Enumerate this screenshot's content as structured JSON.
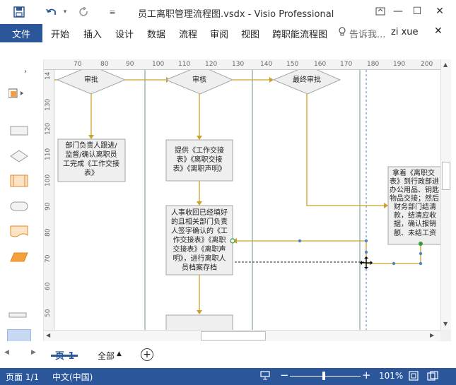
{
  "titlebar": {
    "title": "员工离职管理流程图.vsdx - Visio Professional",
    "save_icon": "save-icon",
    "undo_icon": "undo-icon",
    "redo_icon": "redo-icon",
    "minimize": "—",
    "restore": "☐",
    "close": "✕"
  },
  "ribbon": {
    "file": "文件",
    "tabs": [
      "开始",
      "插入",
      "设计",
      "数据",
      "流程",
      "审阅",
      "视图",
      "跨职能流程图"
    ],
    "tell_me": "告诉我...",
    "user": "zi xue"
  },
  "ruler": {
    "h_ticks": [
      "70",
      "80",
      "90",
      "100",
      "110",
      "120",
      "130",
      "140",
      "150",
      "160",
      "170",
      "180",
      "190",
      "200"
    ],
    "v_ticks": [
      "14",
      "130",
      "120",
      "110",
      "100",
      "90",
      "80",
      "70",
      "60",
      "50"
    ]
  },
  "diagram": {
    "decisions": [
      "审批",
      "审核",
      "最终审批"
    ],
    "box1": [
      "部门负责人跟进/",
      "监督/确认离职员",
      "工完成《工作交接",
      "表》"
    ],
    "box2": [
      "提供《工作交接",
      "表》《离职交接",
      "表》《离职声明》"
    ],
    "box3": [
      "人事收回已经填好",
      "的且相关部门负责",
      "人签字确认的《工",
      "作交接表》《离职",
      "交接表》《离职声",
      "明》，进行离职人",
      "员档案存档"
    ],
    "box4": [
      "拿着《离职交",
      "表》到行政部进",
      "办公用品、钥匙",
      "物品交接；然后",
      "财务部门结清",
      "款，结清应收",
      "据，确认报销",
      "额、未结工资"
    ]
  },
  "pagebar": {
    "page_tab": "页-1",
    "all_pages": "全部",
    "add": "+"
  },
  "status": {
    "page": "页面 1/1",
    "lang": "中文(中国)",
    "zoom": "101%",
    "minus": "−",
    "plus": "+"
  },
  "colors": {
    "accent": "#2b579a",
    "connector": "#c9a227",
    "shape_fill": "#efefef",
    "shape_stroke": "#a6a6a6",
    "stencil_orange": "#f4a13b",
    "handle": "#4a86c8"
  }
}
